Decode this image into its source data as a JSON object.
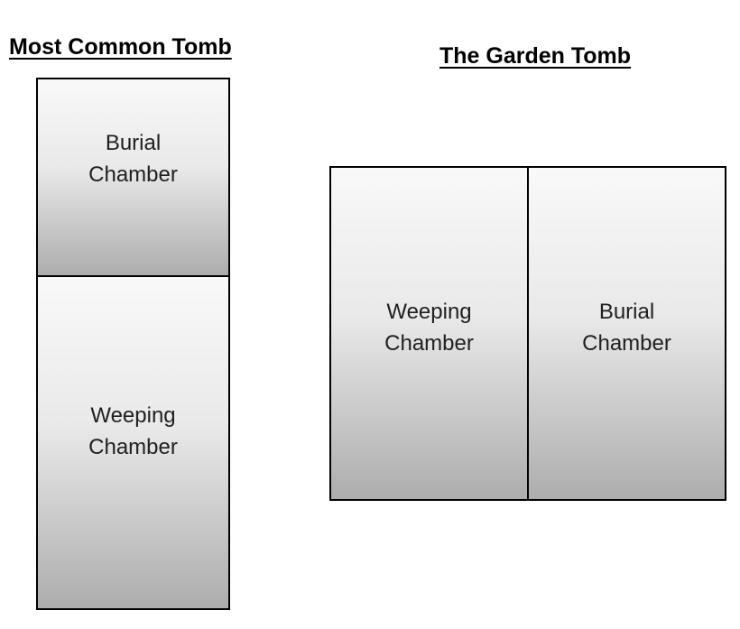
{
  "most_common_tomb": {
    "title": "Most Common Tomb",
    "chambers": [
      {
        "id": "burial-chamber",
        "label": "Burial\nChamber"
      },
      {
        "id": "weeping-chamber",
        "label": "Weeping\nChamber"
      }
    ]
  },
  "garden_tomb": {
    "title": "The Garden Tomb",
    "chambers": [
      {
        "id": "weeping-chamber",
        "label": "Weeping\nChamber"
      },
      {
        "id": "burial-chamber",
        "label": "Burial\nChamber"
      }
    ]
  },
  "colors": {
    "background": "#ffffff",
    "box_gradient_top": "#f9f9f9",
    "box_gradient_bottom": "#adadad",
    "box_border": "#000000",
    "title_text": "#000000",
    "label_text": "#1f1f1f"
  }
}
